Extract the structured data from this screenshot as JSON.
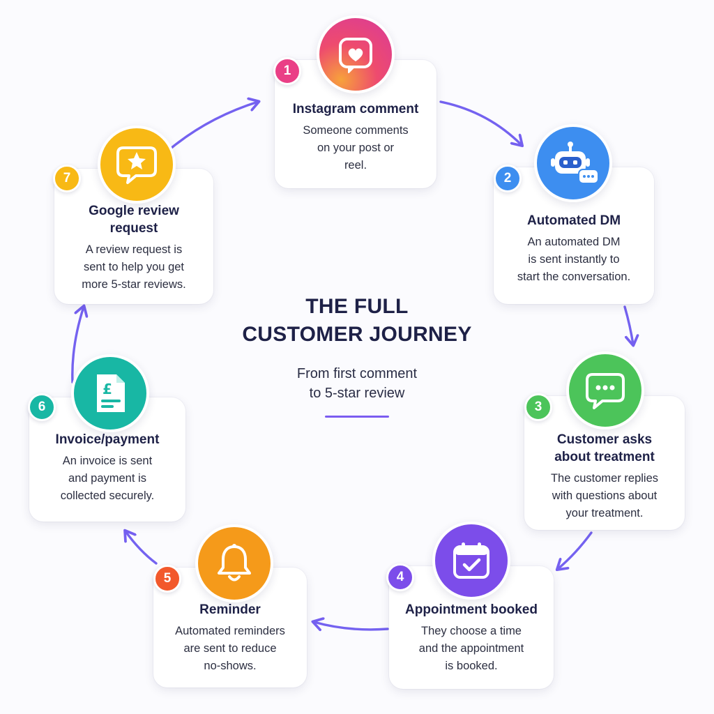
{
  "header": {
    "title": "THE FULL\nCUSTOMER JOURNEY",
    "subtitle": "From first comment\nto 5-star review"
  },
  "steps": [
    {
      "number": "1",
      "title": "Instagram comment",
      "description": "Someone comments\non your post or\nreel.",
      "icon": "instagram-heart-icon",
      "color": "#e8407a"
    },
    {
      "number": "2",
      "title": "Automated DM",
      "description": "An automated DM\nis sent instantly to\nstart the conversation.",
      "icon": "robot-chat-icon",
      "color": "#3d8ef0"
    },
    {
      "number": "3",
      "title": "Customer asks\nabout treatment",
      "description": "The customer replies\nwith questions about\nyour treatment.",
      "icon": "speech-bubble-icon",
      "color": "#4cc45a"
    },
    {
      "number": "4",
      "title": "Appointment booked",
      "description": "They choose a time\nand the appointment\nis booked.",
      "icon": "calendar-check-icon",
      "color": "#7c4dea"
    },
    {
      "number": "5",
      "title": "Reminder",
      "description": "Automated reminders\nare sent to reduce\nno-shows.",
      "icon": "bell-icon",
      "color": "#f59a1a"
    },
    {
      "number": "6",
      "title": "Invoice/payment",
      "description": "An invoice is sent\nand payment is\ncollected securely.",
      "icon": "invoice-pound-icon",
      "color": "#18b7a4"
    },
    {
      "number": "7",
      "title": "Google review\nrequest",
      "description": "A review request is\nsent to help you get\nmore 5-star reviews.",
      "icon": "star-review-icon",
      "color": "#f8b915"
    }
  ],
  "colors": {
    "accent": "#7b5cf0",
    "badge_pink": "#ea3f86",
    "badge_blue": "#3d8ef0",
    "badge_green": "#4cc45a",
    "badge_purple": "#7c4dea",
    "badge_orange": "#f2582b",
    "badge_teal": "#18b7a4",
    "badge_yellow": "#f8b915"
  }
}
